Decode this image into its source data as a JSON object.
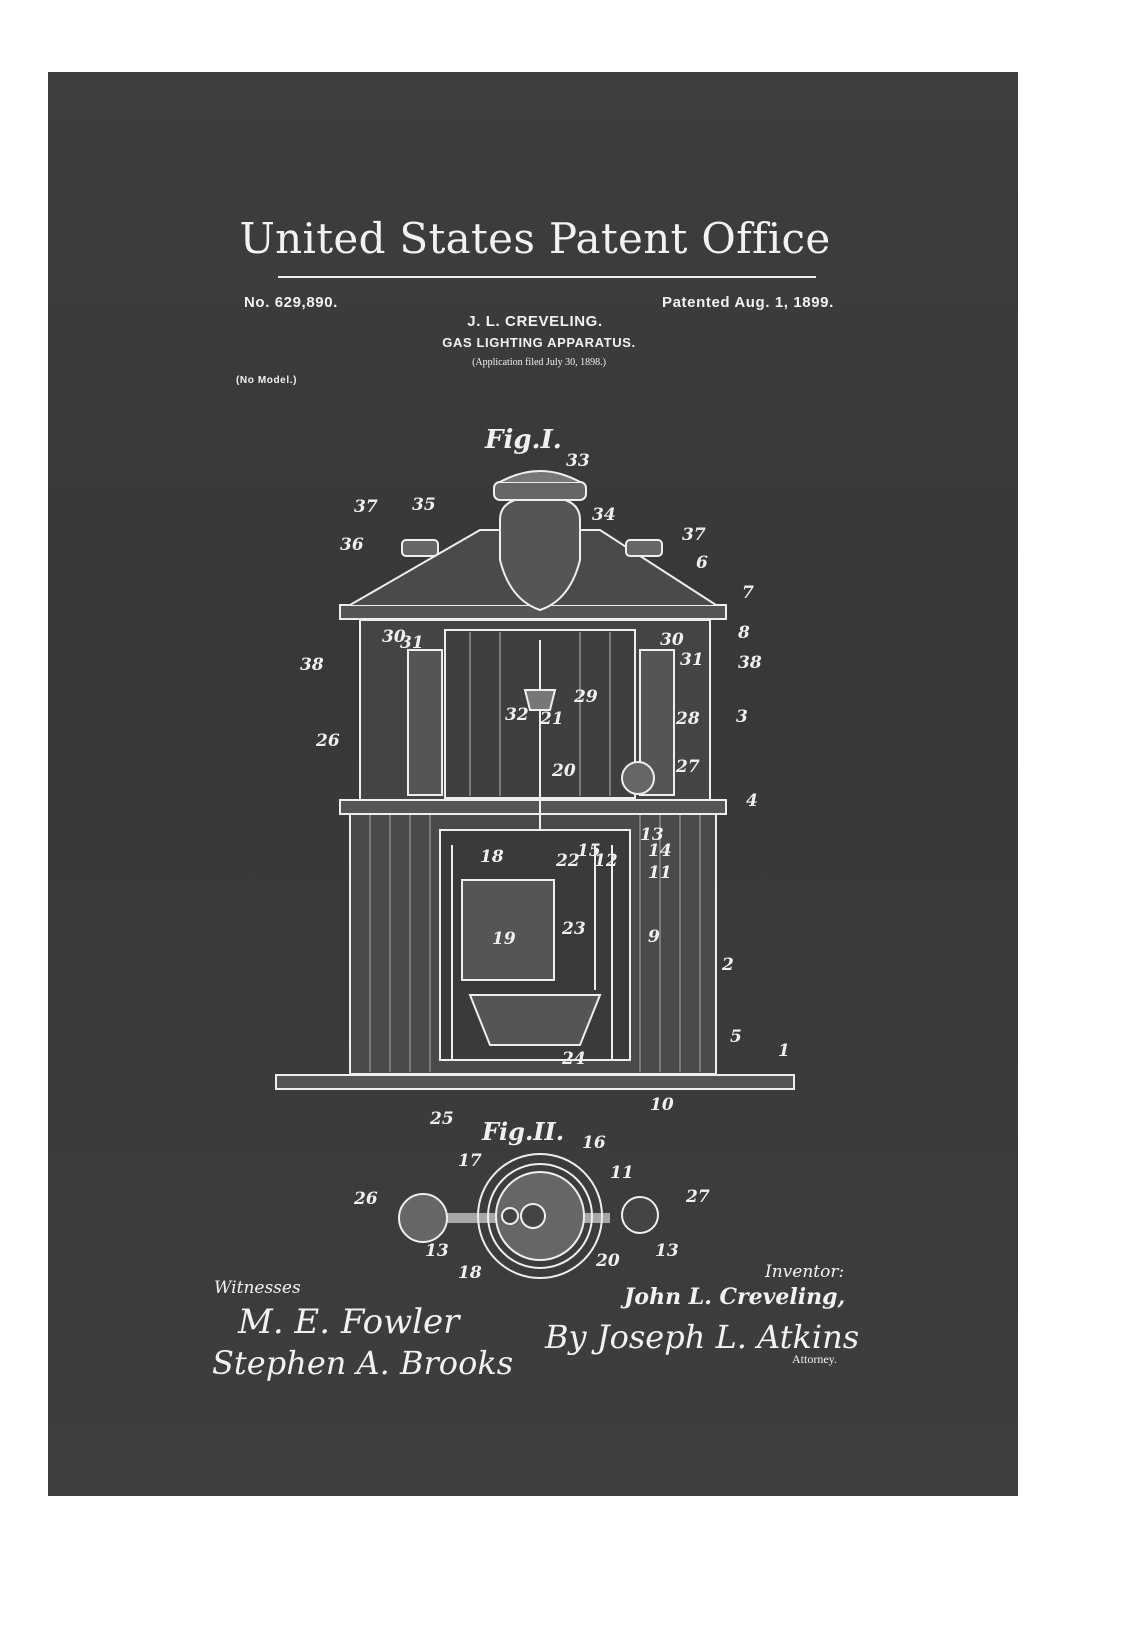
{
  "header": {
    "title": "United States Patent Office",
    "patent_number": "No. 629,890.",
    "patent_date": "Patented Aug. 1, 1899.",
    "inventor_short": "J. L. CREVELING.",
    "invention_title": "GAS LIGHTING APPARATUS.",
    "application_filed": "(Application filed July 30, 1898.)",
    "model_note": "(No Model.)"
  },
  "fig1": {
    "caption": "Fig.I.",
    "labels": [
      "33",
      "37",
      "35",
      "34",
      "37",
      "36",
      "6",
      "7",
      "8",
      "38",
      "30",
      "31",
      "30",
      "31",
      "38",
      "26",
      "32",
      "21",
      "29",
      "28",
      "3",
      "20",
      "27",
      "4",
      "13",
      "14",
      "15",
      "18",
      "22",
      "12",
      "11",
      "19",
      "23",
      "9",
      "2",
      "5",
      "1",
      "24",
      "25",
      "10"
    ]
  },
  "fig2": {
    "caption": "Fig.II.",
    "labels": [
      "16",
      "17",
      "11",
      "26",
      "27",
      "13",
      "13",
      "18",
      "20"
    ]
  },
  "signatures": {
    "witnesses_label": "Witnesses",
    "witness_1": "M. E. Fowler",
    "witness_2": "Stephen A. Brooks",
    "inventor_label": "Inventor:",
    "inventor_name": "John L. Creveling,",
    "attorney_signature": "By Joseph L. Atkins",
    "attorney_label": "Attorney."
  },
  "colors": {
    "board": "#3a3a3a",
    "chalk": "#f2f2f2",
    "page": "#ffffff"
  }
}
